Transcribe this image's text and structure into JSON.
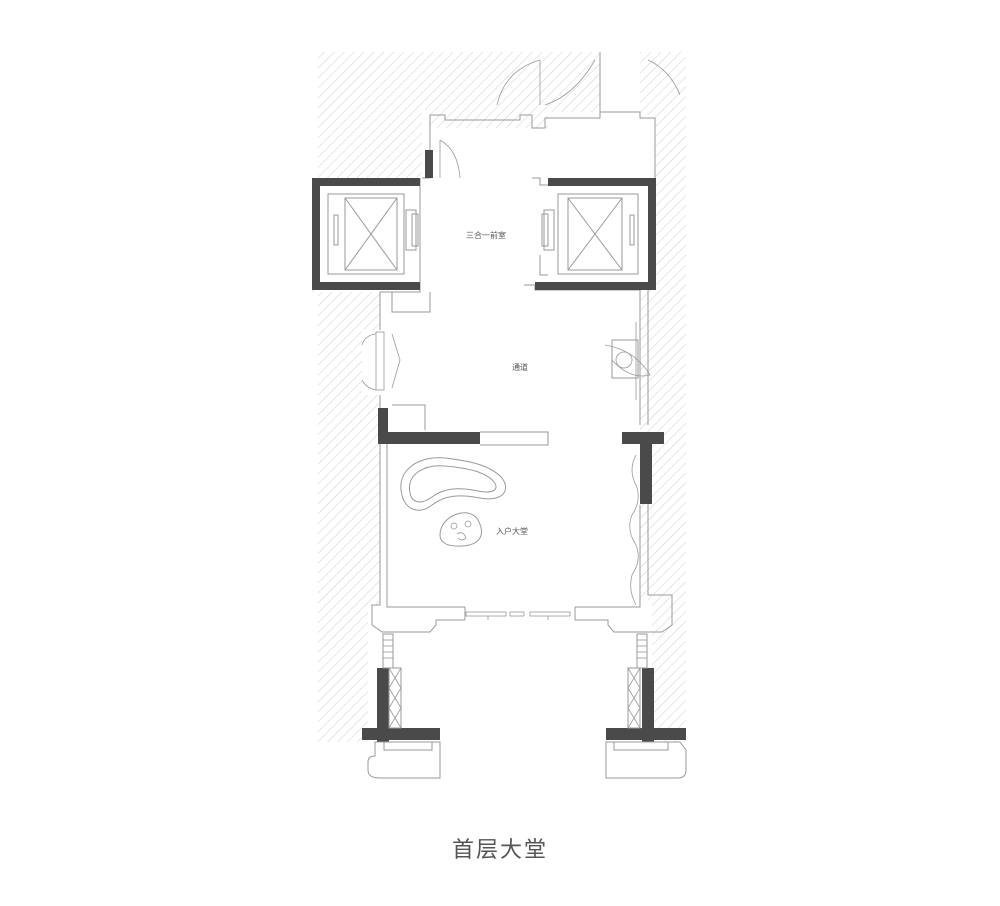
{
  "title": "首层大堂",
  "rooms": {
    "front_room": "三合一前室",
    "corridor": "通道",
    "lobby": "入户大堂"
  },
  "icons": [
    "elevator-icon",
    "elevator-icon",
    "door-swing-icon",
    "sofa-icon",
    "round-table-icon",
    "fire-hydrant-icon"
  ],
  "colors": {
    "solid_wall": "#4a4a4a",
    "line": "#9a9a9a",
    "hatch": "#cfcfcf",
    "text": "#555555"
  }
}
